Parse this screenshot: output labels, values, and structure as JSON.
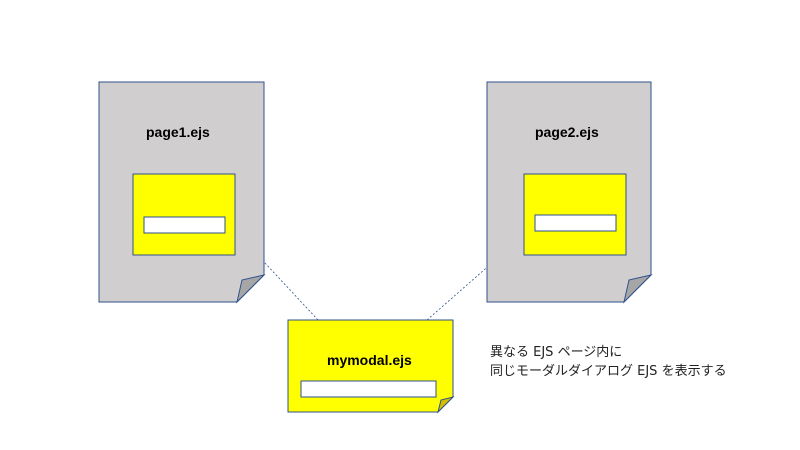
{
  "colors": {
    "page_fill": "#d0cece",
    "page_stroke": "#2f528f",
    "modal_fill": "#ffff00",
    "connector": "#2f528f",
    "input_fill": "#ffffff"
  },
  "page1": {
    "title": "page1.ejs"
  },
  "page2": {
    "title": "page2.ejs"
  },
  "modal": {
    "title": "mymodal.ejs"
  },
  "caption": {
    "line1": "異なる EJS ページ内に",
    "line2": "同じモーダルダイアログ EJS を表示する"
  }
}
